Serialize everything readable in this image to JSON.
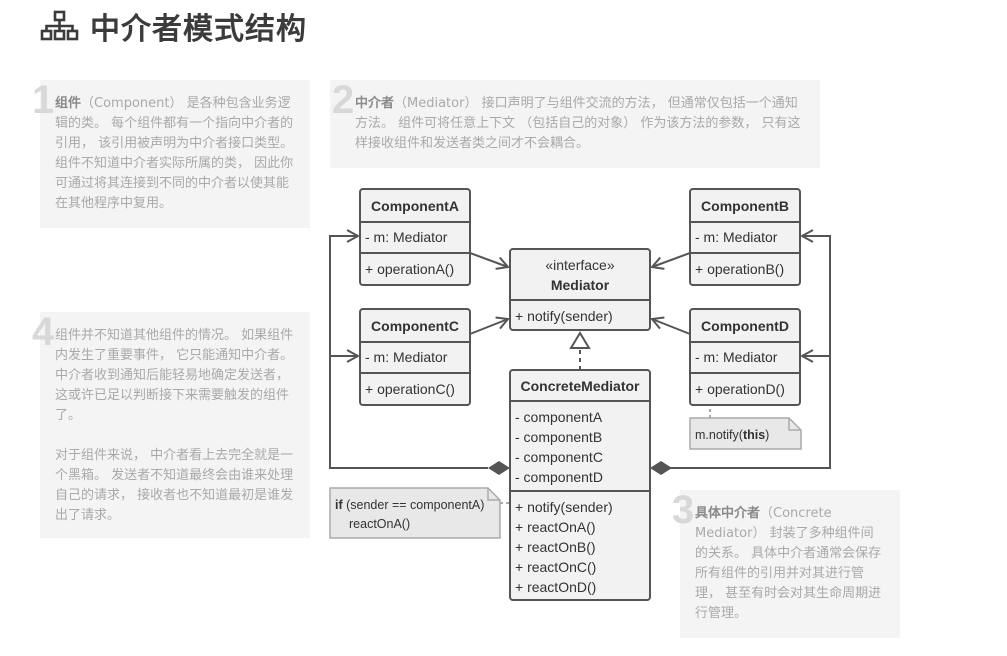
{
  "title": "中介者模式结构",
  "notes": [
    {
      "num": "1",
      "term": "组件",
      "text": "（Component） 是各种包含业务逻辑的类。 每个组件都有一个指向中介者的引用， 该引用被声明为中介者接口类型。 组件不知道中介者实际所属的类， 因此你可通过将其连接到不同的中介者以使其能在其他程序中复用。"
    },
    {
      "num": "2",
      "term": "中介者",
      "text": "（Mediator） 接口声明了与组件交流的方法， 但通常仅包括一个通知方法。 组件可将任意上下文 （包括自己的对象） 作为该方法的参数， 只有这样接收组件和发送者类之间才不会耦合。"
    },
    {
      "num": "3",
      "term": "具体中介者",
      "text": "（Concrete Mediator） 封装了多种组件间的关系。 具体中介者通常会保存所有组件的引用并对其进行管理， 甚至有时会对其生命周期进行管理。"
    },
    {
      "num": "4",
      "paragraphs": [
        "组件并不知道其他组件的情况。 如果组件内发生了重要事件， 它只能通知中介者。 中介者收到通知后能轻易地确定发送者， 这或许已足以判断接下来需要触发的组件了。",
        "对于组件来说， 中介者看上去完全就是一个黑箱。 发送者不知道最终会由谁来处理自己的请求， 接收者也不知道最初是谁发出了请求。"
      ]
    }
  ],
  "classes": {
    "componentA": {
      "name": "ComponentA",
      "field": "- m: Mediator",
      "method": "+ operationA()"
    },
    "componentB": {
      "name": "ComponentB",
      "field": "- m: Mediator",
      "method": "+ operationB()"
    },
    "componentC": {
      "name": "ComponentC",
      "field": "- m: Mediator",
      "method": "+ operationC()"
    },
    "componentD": {
      "name": "ComponentD",
      "field": "- m: Mediator",
      "method": "+ operationD()"
    },
    "mediator": {
      "stereotype": "«interface»",
      "name": "Mediator",
      "method": "+ notify(sender)"
    },
    "concrete": {
      "name": "ConcreteMediator",
      "fields": [
        "- componentA",
        "- componentB",
        "- componentC",
        "- componentD"
      ],
      "methods": [
        "+ notify(sender)",
        "+ reactOnA()",
        "+ reactOnB()",
        "+ reactOnC()",
        "+ reactOnD()"
      ]
    }
  },
  "code_notes": {
    "notify": {
      "prefix": "m.notify(",
      "keyword": "this",
      "suffix": ")"
    },
    "react": {
      "keyword": "if",
      "line1": " (sender == componentA)",
      "line2": "reactOnA()"
    }
  }
}
